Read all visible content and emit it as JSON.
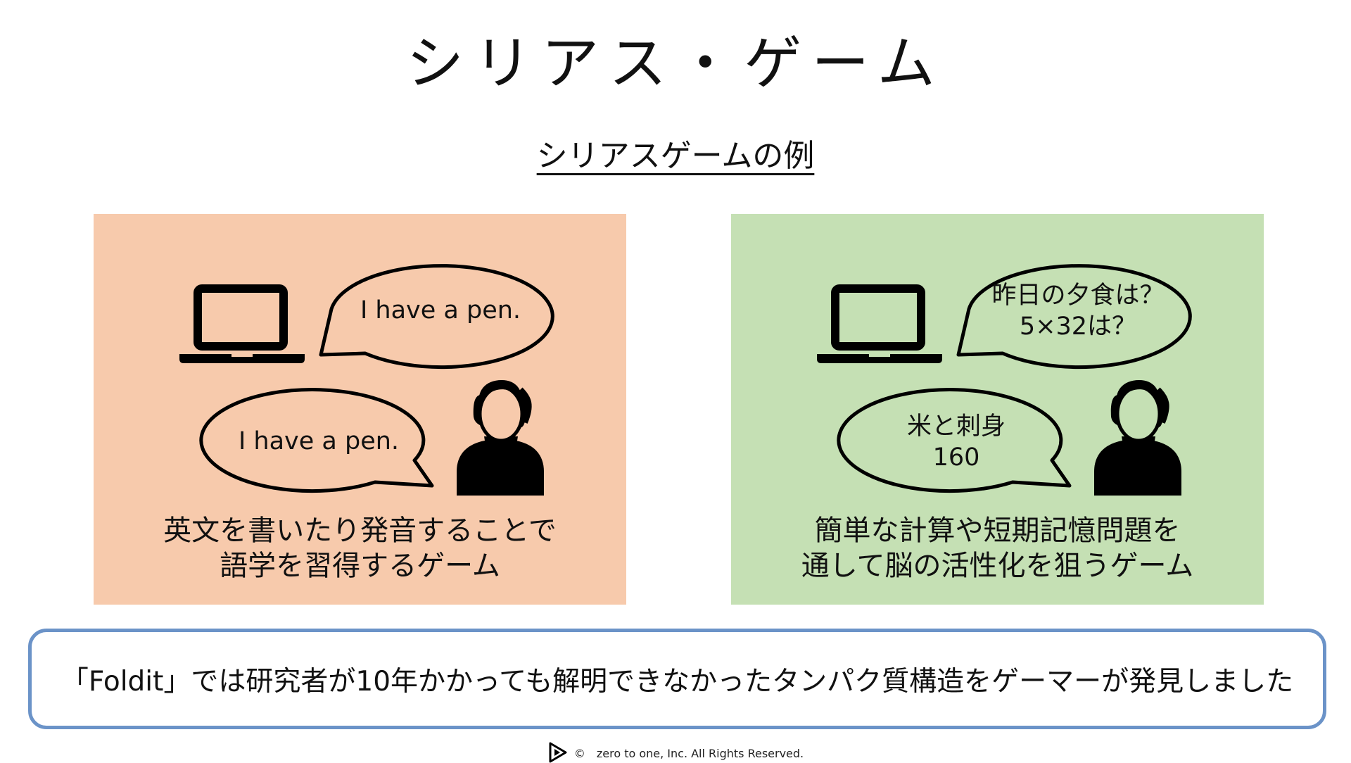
{
  "slide": {
    "title": "シリアス・ゲーム",
    "subtitle": "シリアスゲームの例"
  },
  "panels": [
    {
      "bubble_top": "I have a pen.",
      "bubble_bottom": "I have a pen.",
      "caption_line1": "英文を書いたり発音することで",
      "caption_line2": "語学を習得するゲーム",
      "background": "#f7caac"
    },
    {
      "bubble_top_line1": "昨日の夕食は？",
      "bubble_top_line2": "5×32は？",
      "bubble_bottom_line1": "米と刺身",
      "bubble_bottom_line2": "160",
      "caption_line1": "簡単な計算や短期記憶問題を",
      "caption_line2": "通して脳の活性化を狙うゲーム",
      "background": "#c5e0b4"
    }
  ],
  "callout": {
    "text": "「Foldit」では研究者が10年かかっても解明できなかったタンパク質構造をゲーマーが発見しました",
    "border_color": "#6b93c8"
  },
  "footer": {
    "copyright": "©　zero to one, Inc. All Rights Reserved."
  },
  "icons": [
    "laptop-icon",
    "person-icon",
    "speech-bubble",
    "play-logo-icon"
  ]
}
